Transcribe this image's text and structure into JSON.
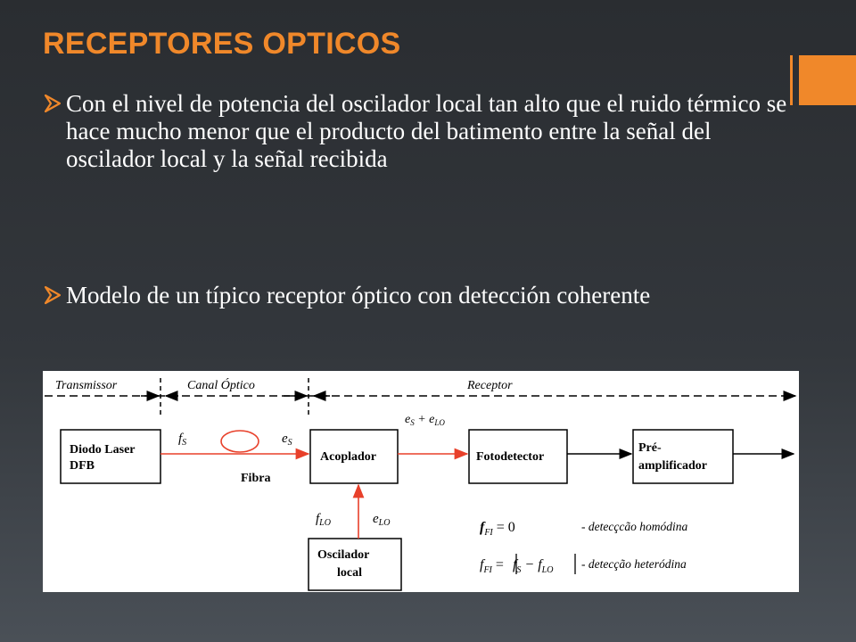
{
  "slide": {
    "title": "RECEPTORES OPTICOS",
    "accent_color": "#f0882a",
    "bullets": [
      "Con el nivel de potencia del oscilador local tan alto que el ruido térmico se hace mucho menor que el producto del batimento entre la señal del oscilador local y la señal recibida",
      "Modelo  de un típico receptor óptico con detección coherente"
    ]
  },
  "diagram": {
    "sections": {
      "transmitter": "Transmissor",
      "channel": "Canal Óptico",
      "receiver": "Receptor"
    },
    "blocks": {
      "laser_line1": "Diodo Laser",
      "laser_line2": "DFB",
      "coupler": "Acoplador",
      "photodetector": "Fotodetector",
      "preamp_line1": "Pré-",
      "preamp_line2": "amplificador",
      "oscillator_line1": "Oscilador",
      "oscillator_line2": "local"
    },
    "fiber_label": "Fibra",
    "signal_labels": {
      "fs": "f",
      "fs_sub": "S",
      "es": "e",
      "es_sub": "S",
      "sum_e1": "e",
      "sum_e1_sub": "S",
      "sum_plus": " + e",
      "sum_e2_sub": "LO",
      "flo": "f",
      "flo_sub": "LO",
      "elo": "e",
      "elo_sub": "LO"
    },
    "formulas": {
      "homodyne_f": "f",
      "homodyne_sub": "FI",
      "homodyne_rhs": "= 0",
      "homodyne_desc": "- detecçcão homódina",
      "heterodyne_f": "f",
      "heterodyne_sub": "FI",
      "heterodyne_eq": "=",
      "heterodyne_fs": "f",
      "heterodyne_fs_sub": "S",
      "heterodyne_minus": " − f",
      "heterodyne_flo_sub": "LO",
      "heterodyne_desc": "- detecção heteródina"
    },
    "signal_color": "#e8402a"
  }
}
